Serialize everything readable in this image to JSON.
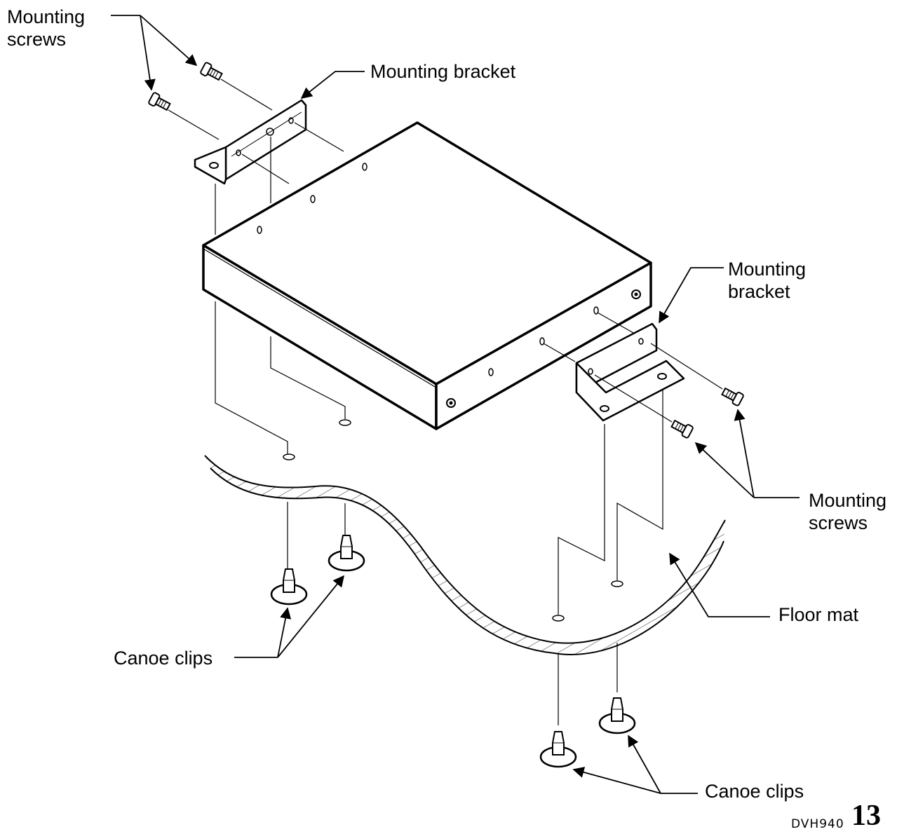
{
  "labels": {
    "screws_top": "Mounting\nscrews",
    "bracket_top": "Mounting bracket",
    "bracket_right": "Mounting\nbracket",
    "screws_right": "Mounting\nscrews",
    "floor_mat": "Floor mat",
    "clips_left": "Canoe clips",
    "clips_bottom": "Canoe clips"
  },
  "footer": {
    "model_code": "DVH940",
    "page_number": "13"
  }
}
